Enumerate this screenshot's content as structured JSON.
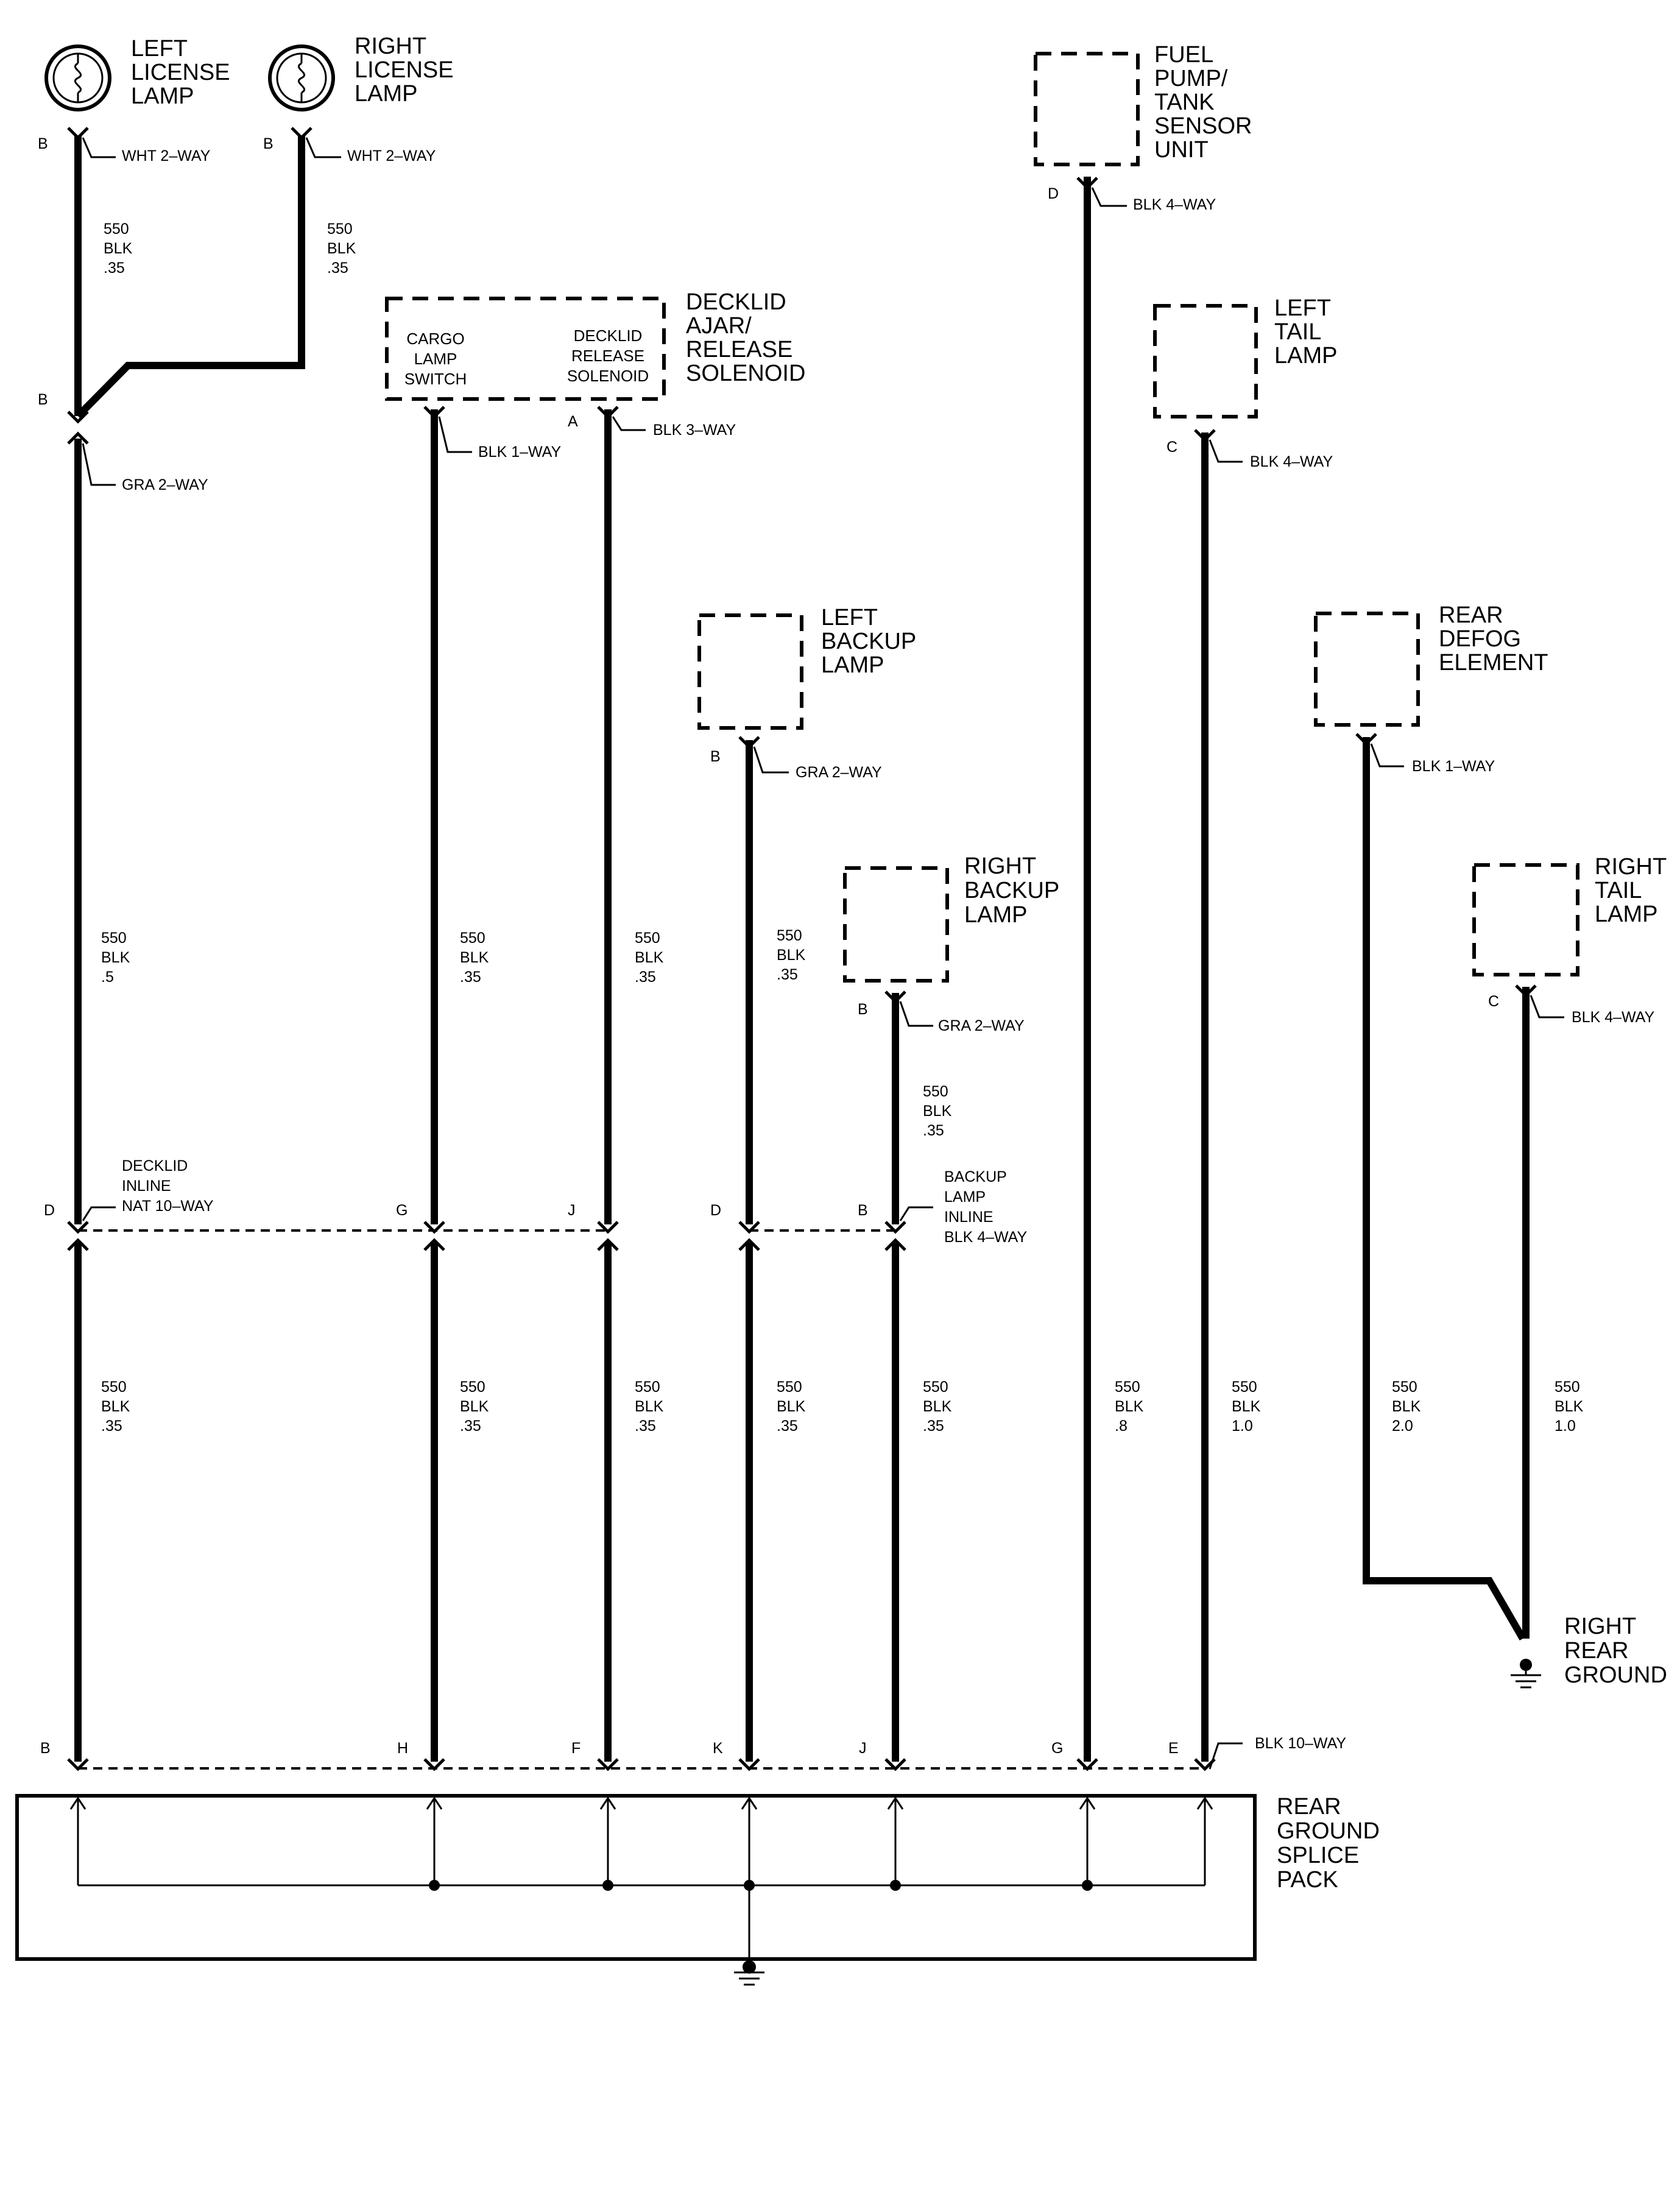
{
  "components": {
    "left_license_lamp": [
      "LEFT",
      "LICENSE",
      "LAMP"
    ],
    "right_license_lamp": [
      "RIGHT",
      "LICENSE",
      "LAMP"
    ],
    "fuel_pump": [
      "FUEL",
      "PUMP/",
      "TANK",
      "SENSOR",
      "UNIT"
    ],
    "decklid": [
      "DECKLID",
      "AJAR/",
      "RELEASE",
      "SOLENOID"
    ],
    "cargo_lamp_switch": [
      "CARGO",
      "LAMP",
      "SWITCH"
    ],
    "decklid_release_solenoid": [
      "DECKLID",
      "RELEASE",
      "SOLENOID"
    ],
    "left_tail_lamp": [
      "LEFT",
      "TAIL",
      "LAMP"
    ],
    "left_backup_lamp": [
      "LEFT",
      "BACKUP",
      "LAMP"
    ],
    "rear_defog_element": [
      "REAR",
      "DEFOG",
      "ELEMENT"
    ],
    "right_backup_lamp": [
      "RIGHT",
      "BACKUP",
      "LAMP"
    ],
    "right_tail_lamp": [
      "RIGHT",
      "TAIL",
      "LAMP"
    ],
    "right_rear_ground": [
      "RIGHT",
      "REAR",
      "GROUND"
    ],
    "rear_ground_splice_pack": [
      "REAR",
      "GROUND",
      "SPLICE",
      "PACK"
    ]
  },
  "connectors": {
    "wht_2way": "WHT 2–WAY",
    "gra_2way": "GRA 2–WAY",
    "blk_1way": "BLK 1–WAY",
    "blk_3way": "BLK 3–WAY",
    "blk_4way": "BLK 4–WAY",
    "blk_10way": "BLK 10–WAY",
    "decklid_inline": [
      "DECKLID",
      "INLINE",
      "NAT 10–WAY"
    ],
    "backup_lamp_inline": [
      "BACKUP",
      "LAMP",
      "INLINE",
      "BLK 4–WAY"
    ]
  },
  "wire": {
    "circuit": "550",
    "color": "BLK",
    "gauges": {
      "g035": ".35",
      "g05": ".5",
      "g08": ".8",
      "g10": "1.0",
      "g20": "2.0"
    }
  },
  "pins": {
    "a": "A",
    "b": "B",
    "c": "C",
    "d": "D",
    "e": "E",
    "f": "F",
    "g": "G",
    "h": "H",
    "j": "J",
    "k": "K"
  },
  "colors": {
    "ink": "#000000",
    "background": "#ffffff"
  }
}
